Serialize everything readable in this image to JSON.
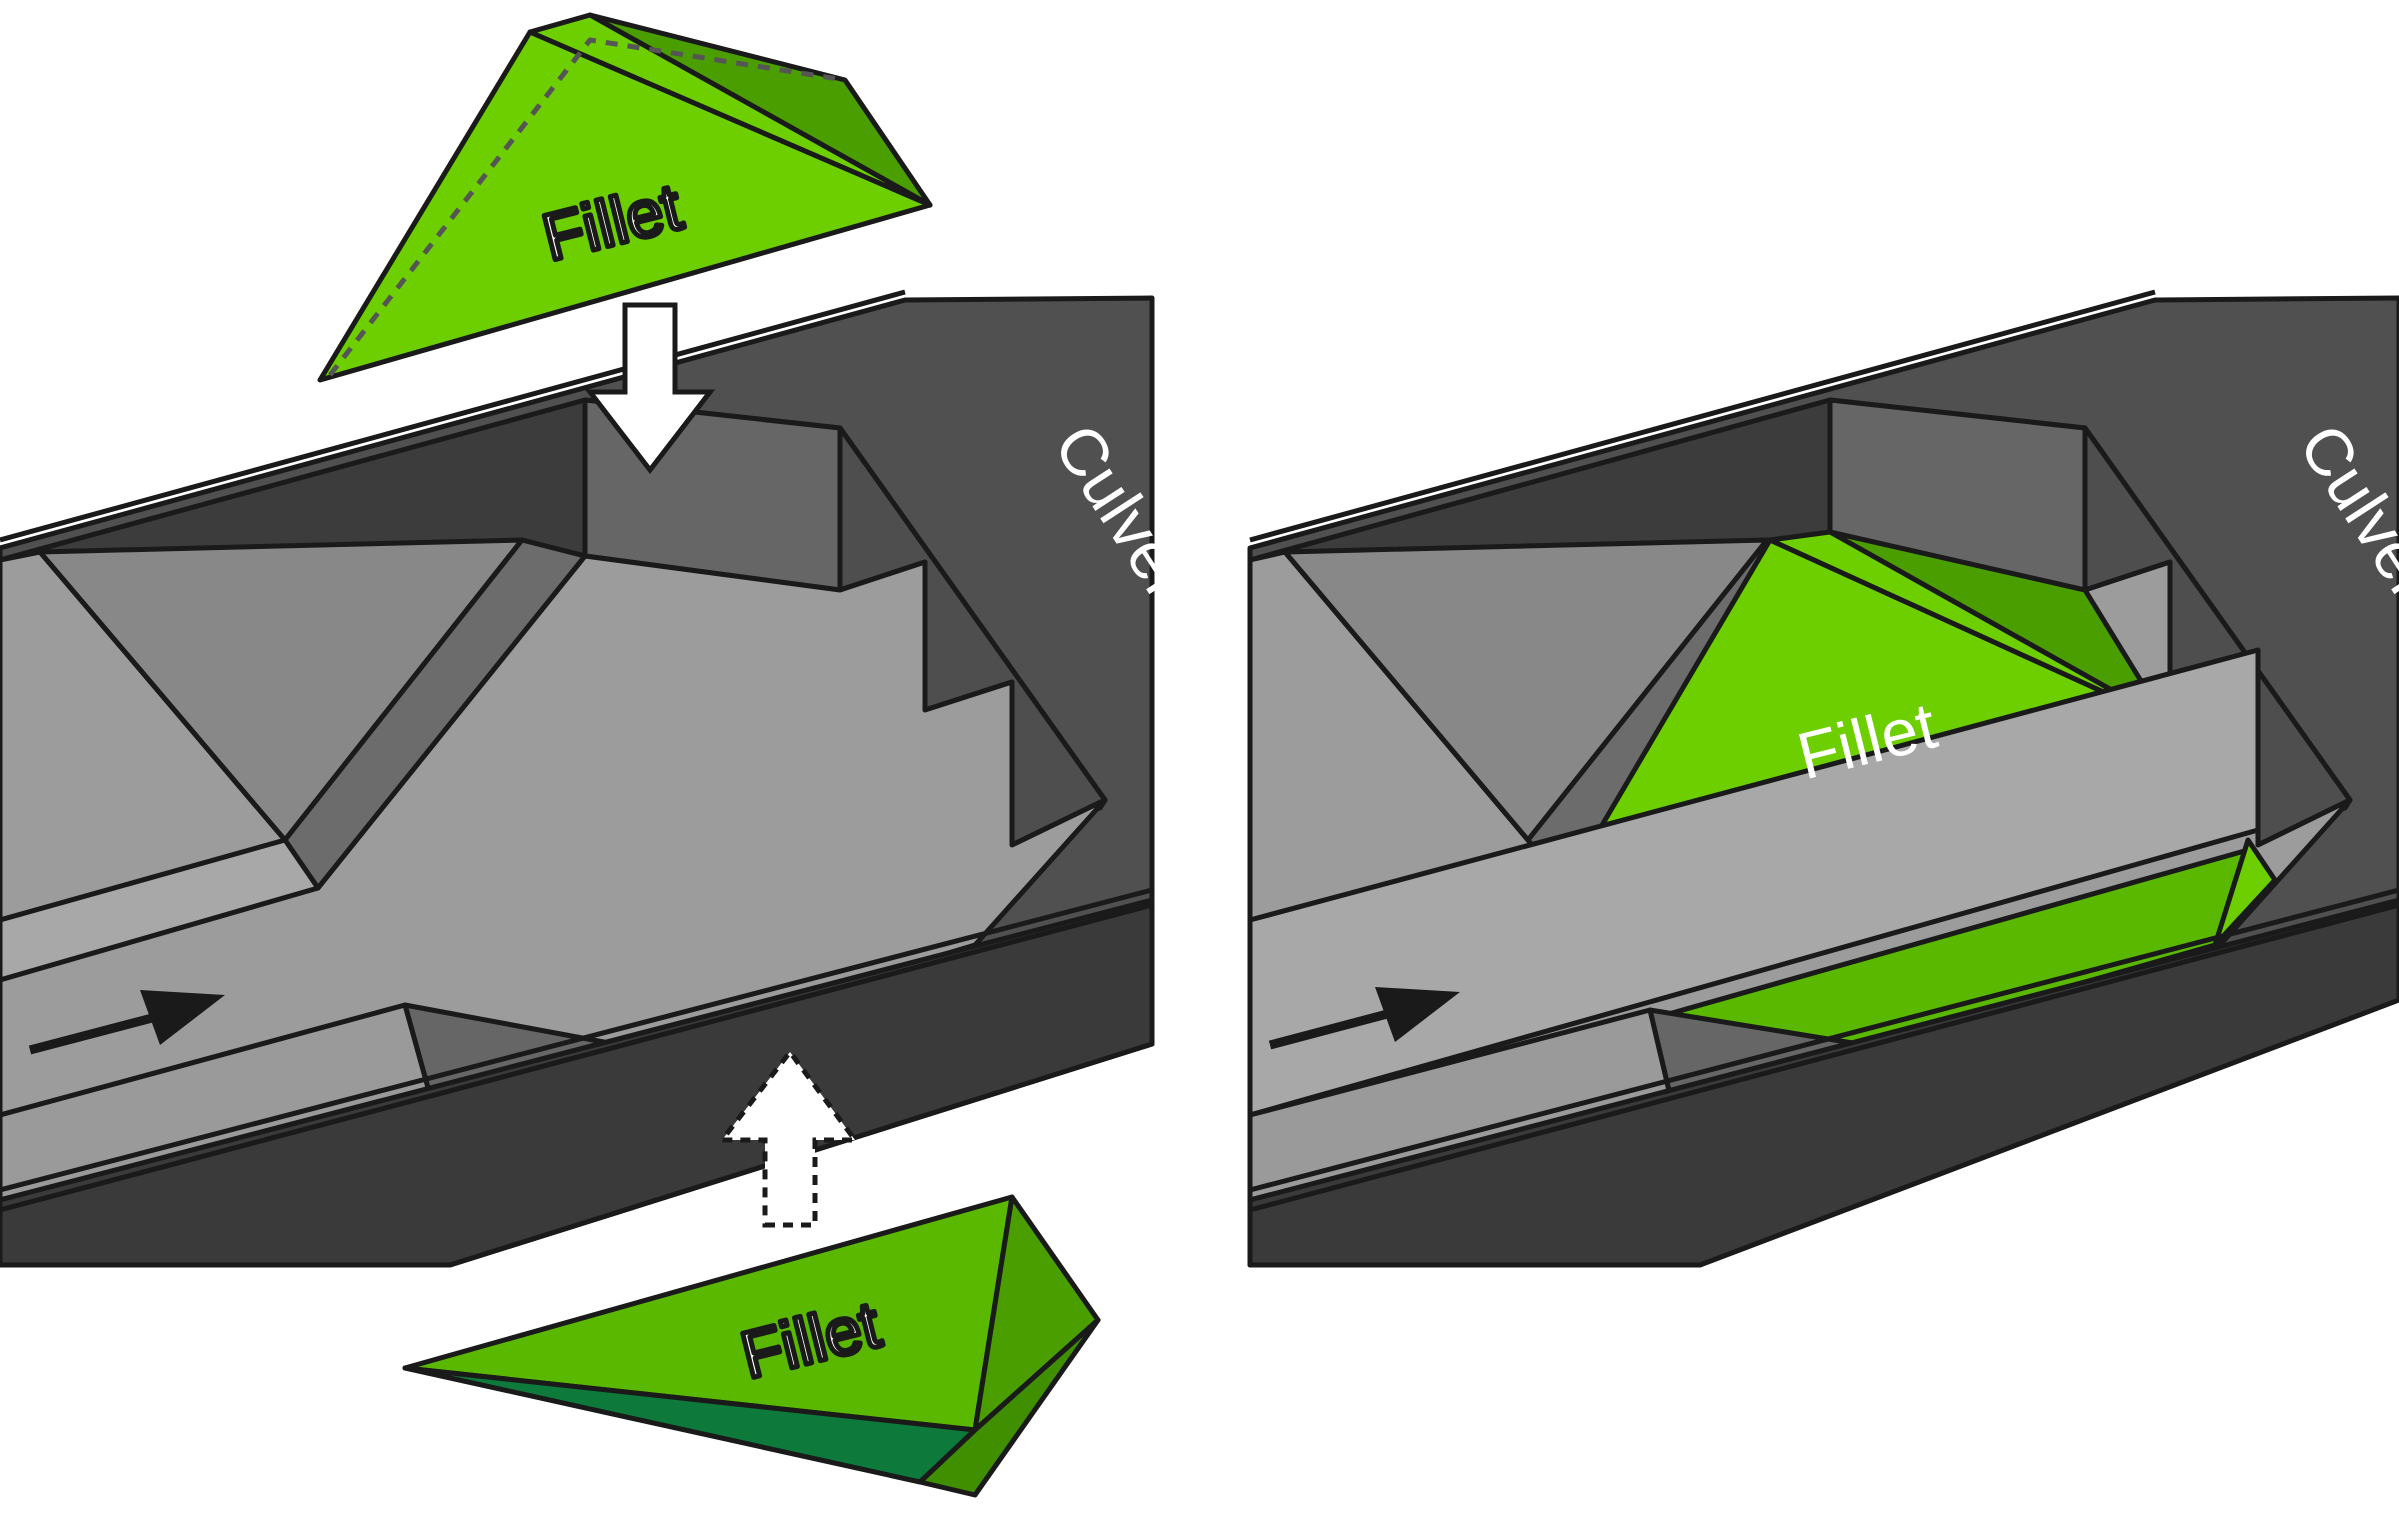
{
  "labels": {
    "fillet_top": "Fillet",
    "fillet_bottom": "Fillet",
    "fillet_installed": "Fillet",
    "culvert_left": "Culvert",
    "culvert_right": "Culvert"
  },
  "colors": {
    "fillet_light": "#6dcf00",
    "fillet_mid": "#5ab800",
    "fillet_dark": "#4a9e00",
    "fillet_deep": "#0d7a3c",
    "culvert_face": "#505050",
    "culvert_top": "#3a3a3a",
    "wall_mid": "#666666",
    "wall_light": "#888888",
    "floor": "#9c9c9c",
    "channel": "#aaaaaa",
    "outline": "#1a1a1a"
  },
  "arrows": {
    "insert_from_top": "solid-down-arrow",
    "insert_from_bottom": "dotted-up-arrow",
    "flow_left": "flow-arrow",
    "flow_right": "flow-arrow"
  }
}
